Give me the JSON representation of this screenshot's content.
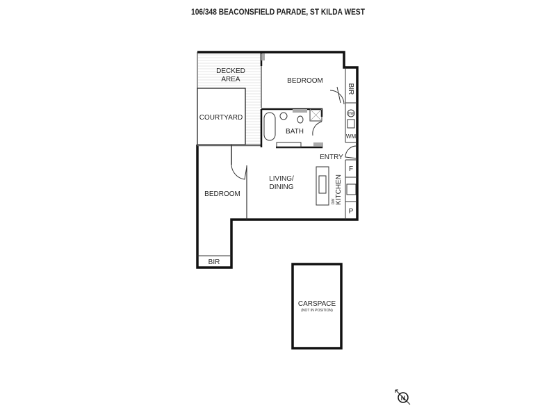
{
  "title": "106/348 BEACONSFIELD PARADE, ST KILDA WEST",
  "rooms": {
    "decked_area": [
      "DECKED",
      "AREA"
    ],
    "bedroom_main": "BEDROOM",
    "bir_main": "BIR",
    "courtyard": "COURTYARD",
    "bath": "BATH",
    "hw": "HW",
    "wm": "WM",
    "entry": "ENTRY",
    "living": [
      "LIVING/",
      "DINING"
    ],
    "fridge": "F",
    "kitchen": "KITCHEN",
    "dw": "DW",
    "pantry": "P",
    "bedroom_second": "BEDROOM",
    "bir_second": "BIR",
    "carspace": "CARSPACE",
    "carspace_note": "(NOT IN POSITION)"
  },
  "compass": "N"
}
